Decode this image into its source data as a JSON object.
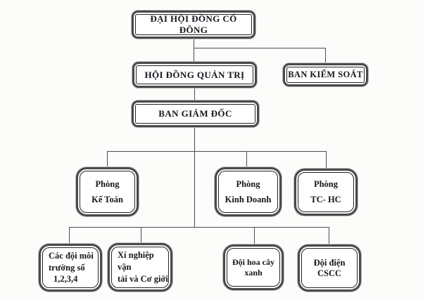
{
  "diagram": {
    "type": "org-chart",
    "nodes": {
      "dai_hoi_dong_co_dong": {
        "lines": [
          "ĐẠI HỘI ĐỒNG CỔ ĐÔNG"
        ]
      },
      "hoi_dong_quan_tri": {
        "lines": [
          "HỘI ĐỒNG QUẢN TRỊ"
        ]
      },
      "ban_kiem_soat": {
        "lines": [
          "BAN KIỂM SOÁT"
        ]
      },
      "ban_giam_doc": {
        "lines": [
          "BAN GIÁM ĐỐC"
        ]
      },
      "phong_ke_toan": {
        "lines": [
          "Phòng",
          "Kế Toán"
        ]
      },
      "phong_kinh_doanh": {
        "lines": [
          "Phòng",
          "Kinh Doanh"
        ]
      },
      "phong_tc_hc": {
        "lines": [
          "Phòng",
          "TC- HC"
        ]
      },
      "doi_moi_truong": {
        "lines": [
          "Các đội môi",
          "trường số",
          "1,2,3,4"
        ]
      },
      "xi_nghiep_van_tai": {
        "lines": [
          "Xí nghiệp vận",
          "tải và Cơ giới"
        ]
      },
      "doi_hoa_cay_xanh": {
        "lines": [
          "Đội hoa cây xanh"
        ]
      },
      "doi_dien_cscc": {
        "lines": [
          "Đội điện CSCC"
        ]
      }
    },
    "edges": [
      {
        "from": "dai_hoi_dong_co_dong",
        "to": "hoi_dong_quan_tri"
      },
      {
        "from": "dai_hoi_dong_co_dong",
        "to": "ban_kiem_soat"
      },
      {
        "from": "hoi_dong_quan_tri",
        "to": "ban_giam_doc"
      },
      {
        "from": "ban_giam_doc",
        "to": "phong_ke_toan"
      },
      {
        "from": "ban_giam_doc",
        "to": "phong_kinh_doanh"
      },
      {
        "from": "ban_giam_doc",
        "to": "phong_tc_hc"
      },
      {
        "from": "ban_giam_doc",
        "to": "doi_moi_truong"
      },
      {
        "from": "ban_giam_doc",
        "to": "xi_nghiep_van_tai"
      },
      {
        "from": "ban_giam_doc",
        "to": "doi_hoa_cay_xanh"
      },
      {
        "from": "ban_giam_doc",
        "to": "doi_dien_cscc"
      }
    ],
    "colors": {
      "line": "#4d4d4d",
      "border_outer": "#4a4a4a",
      "border_inner": "#232323",
      "text": "#16161e",
      "background": "#fcfcfb"
    }
  }
}
